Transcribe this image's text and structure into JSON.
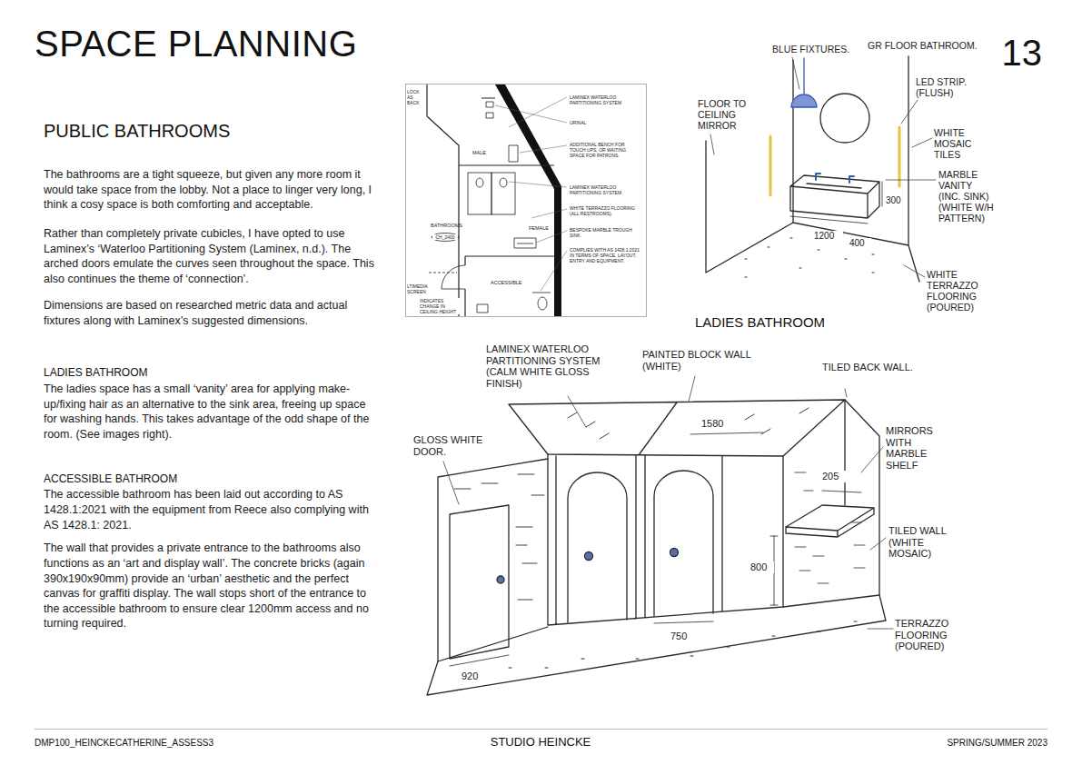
{
  "diagram": {
    "title": "SPACE PLANNING",
    "labels": [
      "13",
      "PUBLIC BATHROOMS",
      "The bathrooms are a tight squeeze, but given any more room it would take space from the lobby. Not a place to linger very long, I think a cosy space is both comforting and acceptable.",
      "Rather than completely private cubicles, I have opted to use Laminex’s ‘Waterloo Partitioning System (Laminex, n.d.). The arched doors emulate the curves seen throughout the space. This also continues the theme of ‘connection’.",
      "Dimensions are based on researched metric data and actual fixtures along with Laminex’s suggested dimensions.",
      "LADIES BATHROOM",
      "The ladies space has a small ‘vanity’ area for applying make-up/fixing hair as an alternative to the sink area, freeing up space for washing hands. This takes advantage of the odd shape of the room. (See images right).",
      "ACCESSIBLE BATHROOM",
      "The accessible bathroom has been laid out according to AS 1428.1:2021 with the equipment from Reece also complying with AS 1428.1: 2021.",
      "The wall that provides a private entrance to the bathrooms also functions as an ‘art and display wall’. The concrete bricks (again 390x190x90mm) provide an ‘urban’ aesthetic and the perfect canvas for graffiti display. The wall stops short of the entrance to the accessible bathroom to ensure clear 1200mm access and no turning required.",
      "LOCK AS BACK",
      "LAMINEX WATERLOO PARTITIONING SYSTEM",
      "URINAL",
      "MALE",
      "ADDITIONAL BENCH FOR TOUCH UPS, OR WAITING SPACE FOR PATRONS.",
      "LAMINEX WATERLOO PARTITIONING SYSTEM.",
      "BATHROOMS",
      "CH_2400",
      "FEMALE",
      "WHITE TERRAZZO FLOORING (ALL RESTROOMS).",
      "BESPOKE MARBLE TROUGH SINK.",
      "ACCESSIBLE",
      "COMPLIES WITH AS 1428.1:2021 IN TERMS OF SPACE, LAYOUT, ENTRY AND EQUIPMENT.",
      "LTIMEDIA SCREEN",
      "INDICATES CHANGE IN CEILING HEIGHT",
      "FLOOR TO CEILING MIRROR",
      "BLUE FIXTURES.",
      "GR FLOOR BATHROOM.",
      "LED STRIP. (FLUSH)",
      "WHITE MOSAIC TILES",
      "MARBLE VANITY (INC. SINK) (WHITE W/H PATTERN)",
      "300",
      "1200",
      "400",
      "WHITE TERRAZZO FLOORING (POURED)",
      "LADIES BATHROOM",
      "LAMINEX WATERLOO PARTITIONING SYSTEM (CALM WHITE GLOSS FINISH)",
      "PAINTED BLOCK WALL (WHITE)",
      "TILED BACK WALL.",
      "1580",
      "GLOSS WHITE DOOR.",
      "MIRRORS WITH MARBLE SHELF",
      "205",
      "800",
      "TILED WALL (WHITE MOSAIC)",
      "750",
      "920",
      "TERRAZZO FLOORING (POURED)",
      "DMP100_HEINCKECATHERINE_ASSESS3",
      "STUDIO HEINCKE",
      "SPRING/SUMMER 2023"
    ]
  }
}
